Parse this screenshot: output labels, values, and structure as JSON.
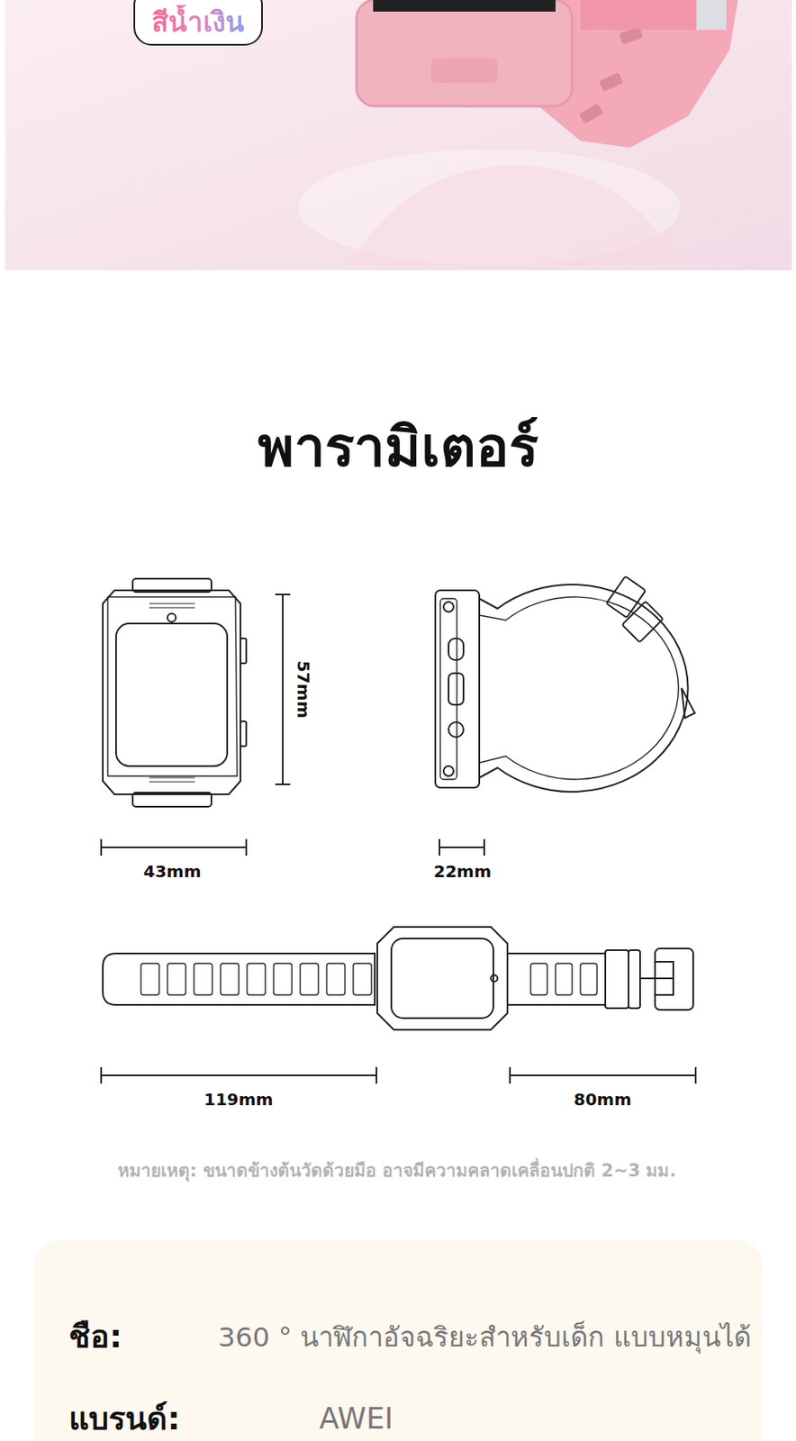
{
  "diagram": {
    "title": "พารามิเตอร์",
    "nodes": [
      {
        "text": [
          "สีน้ำเงิน"
        ]
      },
      {
        "text": [
          "ชือ:",
          "360 ° นาฬิกาอัจฉริยะสำหรับเด็ก แบบหมุนได้",
          "แบรนด์:",
          "AWEI"
        ]
      }
    ],
    "labels": [
      "57mm",
      "43mm",
      "22mm",
      "119mm",
      "80mm",
      "หมายเหตุ: ขนาดข้างต้นวัดด้วยมือ อาจมีความคลาดเคลื่อนปกติ 2~3 มม."
    ]
  }
}
